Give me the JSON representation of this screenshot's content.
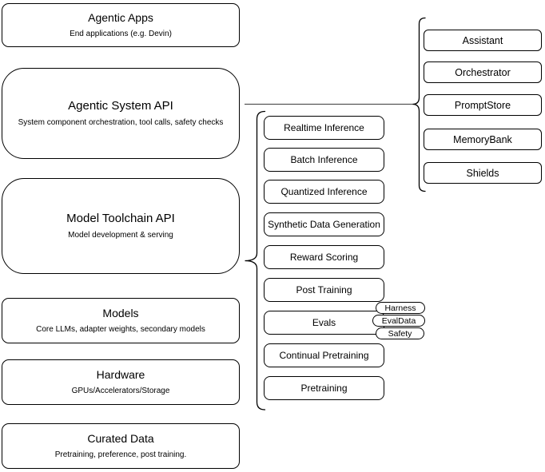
{
  "left_stack": [
    {
      "title": "Agentic Apps",
      "subtitle": "End applications (e.g. Devin)"
    },
    {
      "title": "Agentic System API",
      "subtitle": "System component orchestration, tool calls, safety checks"
    },
    {
      "title": "Model Toolchain API",
      "subtitle": "Model development & serving"
    },
    {
      "title": "Models",
      "subtitle": "Core LLMs, adapter weights, secondary models"
    },
    {
      "title": "Hardware",
      "subtitle": "GPUs/Accelerators/Storage"
    },
    {
      "title": "Curated Data",
      "subtitle": "Pretraining, preference, post training."
    }
  ],
  "toolchain_items": [
    "Realtime Inference",
    "Batch Inference",
    "Quantized Inference",
    "Synthetic Data Generation",
    "Reward Scoring",
    "Post Training",
    "Evals",
    "Continual Pretraining",
    "Pretraining"
  ],
  "eval_tags": [
    "Harness",
    "EvalData",
    "Safety"
  ],
  "system_items": [
    "Assistant",
    "Orchestrator",
    "PromptStore",
    "MemoryBank",
    "Shields"
  ],
  "colors": {
    "stroke": "#000000",
    "fill": "#ffffff",
    "connector_line": "#555555",
    "background": "#ffffff"
  }
}
